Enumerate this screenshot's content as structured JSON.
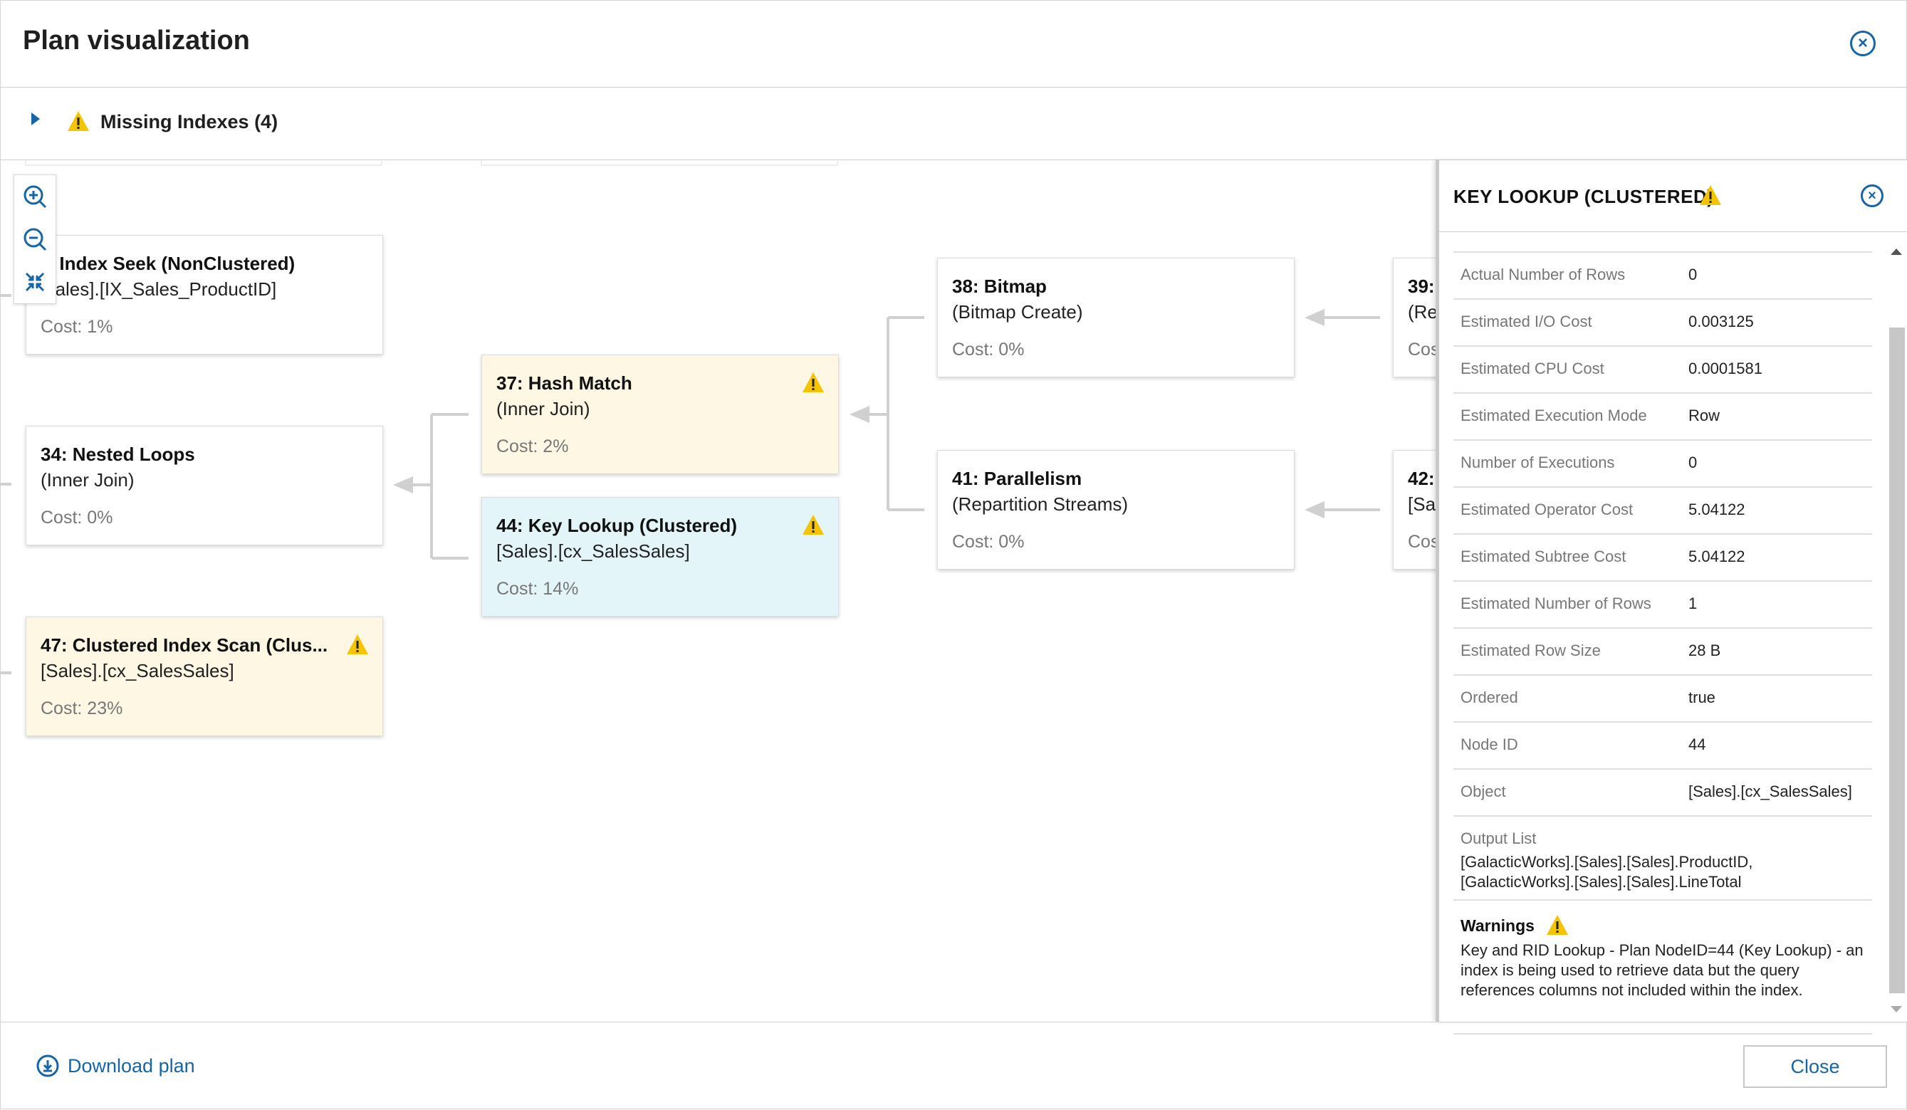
{
  "dialog": {
    "title": "Plan visualization",
    "close_icon": "close-circle-icon"
  },
  "missing_indexes": {
    "label": "Missing Indexes (4)"
  },
  "colors": {
    "accent": "#1565a8",
    "warning": "#f5c400",
    "warning_node_bg": "#fdf7e4",
    "selected_node_bg": "#e3f5f8"
  },
  "zoom_tools": [
    "zoom-in-icon",
    "zoom-out-icon",
    "fit-to-screen-icon"
  ],
  "nodes": {
    "n7": {
      "title": "7: Index Seek (NonClustered)",
      "sub": "[Sales].[IX_Sales_ProductID]",
      "cost": "Cost: 1%"
    },
    "n34": {
      "title": "34: Nested Loops",
      "sub": "(Inner Join)",
      "cost": "Cost: 0%"
    },
    "n47": {
      "title": "47: Clustered Index Scan (Clus...",
      "sub": "[Sales].[cx_SalesSales]",
      "cost": "Cost: 23%"
    },
    "n37": {
      "title": "37: Hash Match",
      "sub": "(Inner Join)",
      "cost": "Cost: 2%"
    },
    "n44": {
      "title": "44: Key Lookup (Clustered)",
      "sub": "[Sales].[cx_SalesSales]",
      "cost": "Cost: 14%"
    },
    "n38": {
      "title": "38: Bitmap",
      "sub": "(Bitmap Create)",
      "cost": "Cost: 0%"
    },
    "n41": {
      "title": "41: Parallelism",
      "sub": "(Repartition Streams)",
      "cost": "Cost: 0%"
    },
    "n39": {
      "title": "39:",
      "sub": "(Re",
      "cost": "Cos"
    },
    "n42": {
      "title": "42:",
      "sub": "[Sa",
      "cost": "Cos"
    }
  },
  "panel": {
    "title": "KEY LOOKUP (CLUSTERED)",
    "properties": [
      {
        "name": "Actual Number of Rows",
        "value": "0"
      },
      {
        "name": "Estimated I/O Cost",
        "value": "0.003125"
      },
      {
        "name": "Estimated CPU Cost",
        "value": "0.0001581"
      },
      {
        "name": "Estimated Execution Mode",
        "value": "Row"
      },
      {
        "name": "Number of Executions",
        "value": "0"
      },
      {
        "name": "Estimated Operator Cost",
        "value": "5.04122"
      },
      {
        "name": "Estimated Subtree Cost",
        "value": "5.04122"
      },
      {
        "name": "Estimated Number of Rows",
        "value": "1"
      },
      {
        "name": "Estimated Row Size",
        "value": "28 B"
      },
      {
        "name": "Ordered",
        "value": "true"
      },
      {
        "name": "Node ID",
        "value": "44"
      },
      {
        "name": "Object",
        "value": "[Sales].[cx_SalesSales]"
      }
    ],
    "output_list": {
      "name": "Output List",
      "line1": "[GalacticWorks].[Sales].[Sales].ProductID,",
      "line2": "[GalacticWorks].[Sales].[Sales].LineTotal"
    },
    "warnings": {
      "label": "Warnings",
      "text": "Key and RID Lookup - Plan NodeID=44 (Key Lookup) - an index is being used to retrieve data but the query references columns not included within the index."
    }
  },
  "footer": {
    "download_label": "Download plan",
    "close_label": "Close"
  }
}
